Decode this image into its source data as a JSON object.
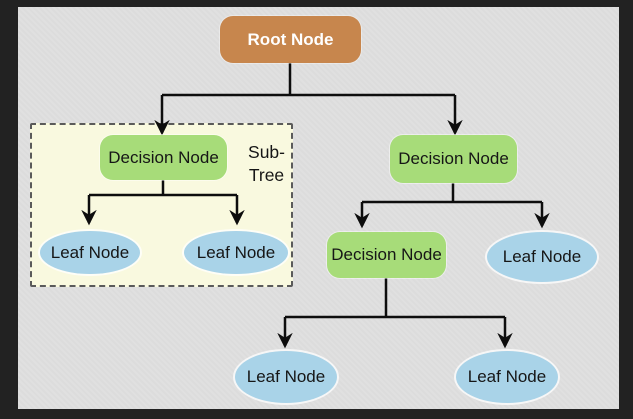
{
  "colors": {
    "background": "#222222",
    "canvas": "#dfdfdf",
    "root_fill": "#c7864d",
    "decision_fill": "#a7dc79",
    "leaf_fill": "#a9d3e8",
    "subtree_fill": "#f9f9df",
    "subtree_border": "#5a5a5a",
    "line": "#0d0d0d",
    "root_text": "#ffffff",
    "node_text": "#161616"
  },
  "diagram": {
    "type": "tree",
    "nodes": {
      "root": "Root Node",
      "subtree_decision": "Decision Node",
      "subtree_leaf_1": "Leaf Node",
      "subtree_leaf_2": "Leaf Node",
      "subtree_label": "Sub-\nTree",
      "right_decision": "Decision Node",
      "child_decision": "Decision Node",
      "right_leaf": "Leaf Node",
      "bottom_leaf_1": "Leaf Node",
      "bottom_leaf_2": "Leaf Node"
    },
    "edges": [
      {
        "from": "root",
        "to": "subtree_decision"
      },
      {
        "from": "root",
        "to": "right_decision"
      },
      {
        "from": "subtree_decision",
        "to": "subtree_leaf_1"
      },
      {
        "from": "subtree_decision",
        "to": "subtree_leaf_2"
      },
      {
        "from": "right_decision",
        "to": "child_decision"
      },
      {
        "from": "right_decision",
        "to": "right_leaf"
      },
      {
        "from": "child_decision",
        "to": "bottom_leaf_1"
      },
      {
        "from": "child_decision",
        "to": "bottom_leaf_2"
      }
    ]
  }
}
